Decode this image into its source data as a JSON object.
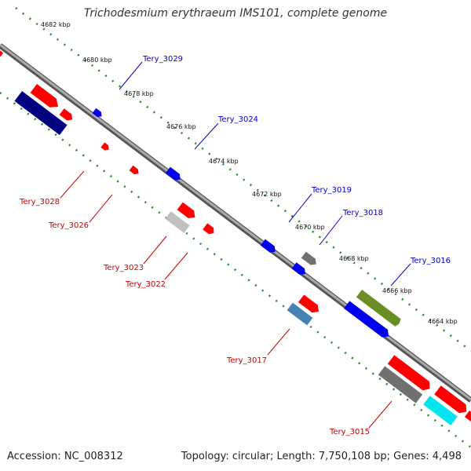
{
  "title": "Trichodesmium erythraeum IMS101, complete genome",
  "accession": "Accession: NC_008312",
  "topology": "Topology: circular; Length: 7,750,108 bp; Genes: 4,498",
  "ticks": [
    "4682 kbp",
    "4680 kbp",
    "4678 kbp",
    "4676 kbp",
    "4674 kbp",
    "4672 kbp",
    "4670 kbp",
    "4668 kbp",
    "4666 kbp",
    "4664 kbp"
  ],
  "top_gene_labels": [
    "Tery_3029",
    "Tery_3024",
    "Tery_3019",
    "Tery_3018",
    "Tery_3016"
  ],
  "bottom_gene_labels": [
    "Tery_3028",
    "Tery_3026",
    "Tery_3023",
    "Tery_3022",
    "Tery_3017",
    "Tery_3015"
  ],
  "colors": {
    "axis": "#888888",
    "tick_dots": "#1e8c1e",
    "top_labels": "#0000cc",
    "bottom_labels": "#cc0000",
    "red": "#ff0000",
    "blue": "#0000ee",
    "navy": "#000080",
    "gray": "#7a7a7a",
    "light_gray": "#c0c0c0",
    "olive": "#6b8e23",
    "steel_blue": "#4682b4",
    "cyan": "#00e5ee"
  }
}
